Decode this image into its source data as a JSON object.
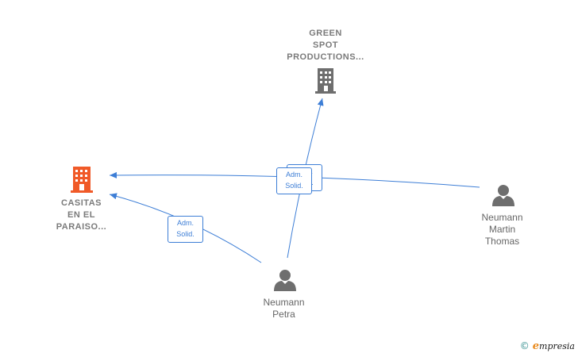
{
  "nodes": {
    "green_spot": {
      "type": "company",
      "lines": [
        "GREEN",
        "SPOT",
        "PRODUCTIONS..."
      ],
      "icon": "building-icon",
      "color": "#6e6e6e"
    },
    "casitas": {
      "type": "company",
      "lines": [
        "CASITAS",
        "EN EL",
        "PARAISO..."
      ],
      "icon": "building-icon",
      "color": "#f05a28"
    },
    "neumann_martin": {
      "type": "person",
      "lines": [
        "Neumann",
        "Martin",
        "Thomas"
      ],
      "icon": "person-icon",
      "color": "#6e6e6e"
    },
    "neumann_petra": {
      "type": "person",
      "lines": [
        "Neumann",
        "Petra"
      ],
      "icon": "person-icon",
      "color": "#6e6e6e"
    }
  },
  "relations": {
    "petra_casitas": [
      "Adm.",
      "Solid."
    ],
    "stack_front": [
      "Adm.",
      "Solid."
    ],
    "stack_back": [
      "Adm.",
      "Solid."
    ]
  },
  "edge_color": "#3d7ed6",
  "brand": {
    "copyright": "©",
    "e_letter": "e",
    "rest": "mpresia"
  }
}
